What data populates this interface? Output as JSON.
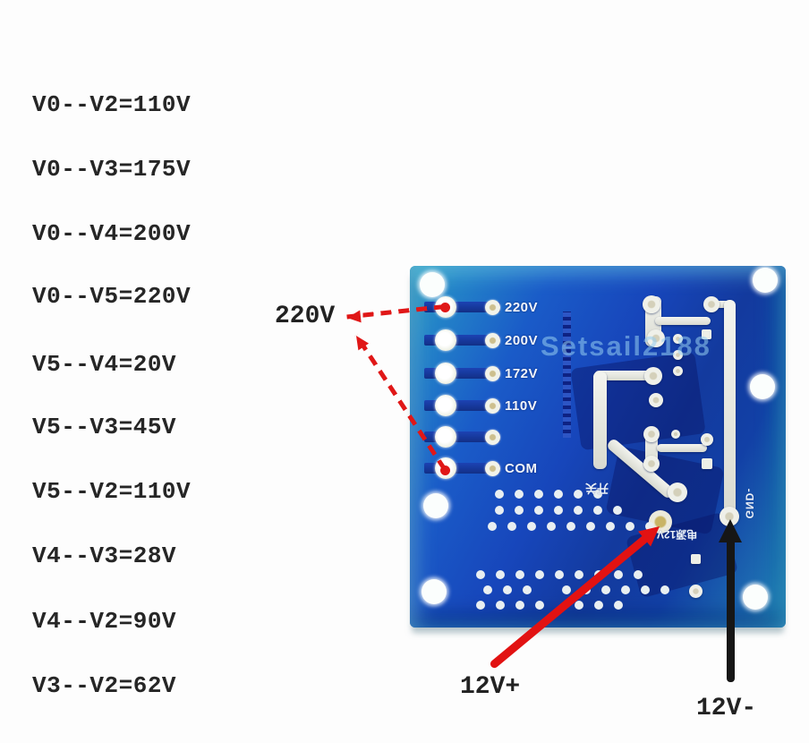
{
  "annotations": {
    "output_voltage": "220V",
    "dc_positive": "12V+",
    "dc_negative": "12V-"
  },
  "voltage_readings": [
    "V0--V2=110V",
    "V0--V3=175V",
    "V0--V4=200V",
    "V0--V5=220V",
    "V5--V4=20V",
    "V5--V3=45V",
    "V5--V2=110V",
    "V4--V3=28V",
    "V4--V2=90V",
    "V3--V2=62V"
  ],
  "pcb": {
    "watermark": "Setsail2188",
    "pin_labels": [
      "220V",
      "200V",
      "172V",
      "110V",
      "",
      "COM"
    ],
    "silkscreen": {
      "switch_text": "开关",
      "power_text": "电源12V",
      "gnd_text": "GND-"
    },
    "colors": {
      "board_blue": "#1746bb",
      "board_teal": "#2fa3c0",
      "trace_silver": "#e9ebe3",
      "arrow_red": "#e01717",
      "arrow_black": "#161616"
    }
  }
}
